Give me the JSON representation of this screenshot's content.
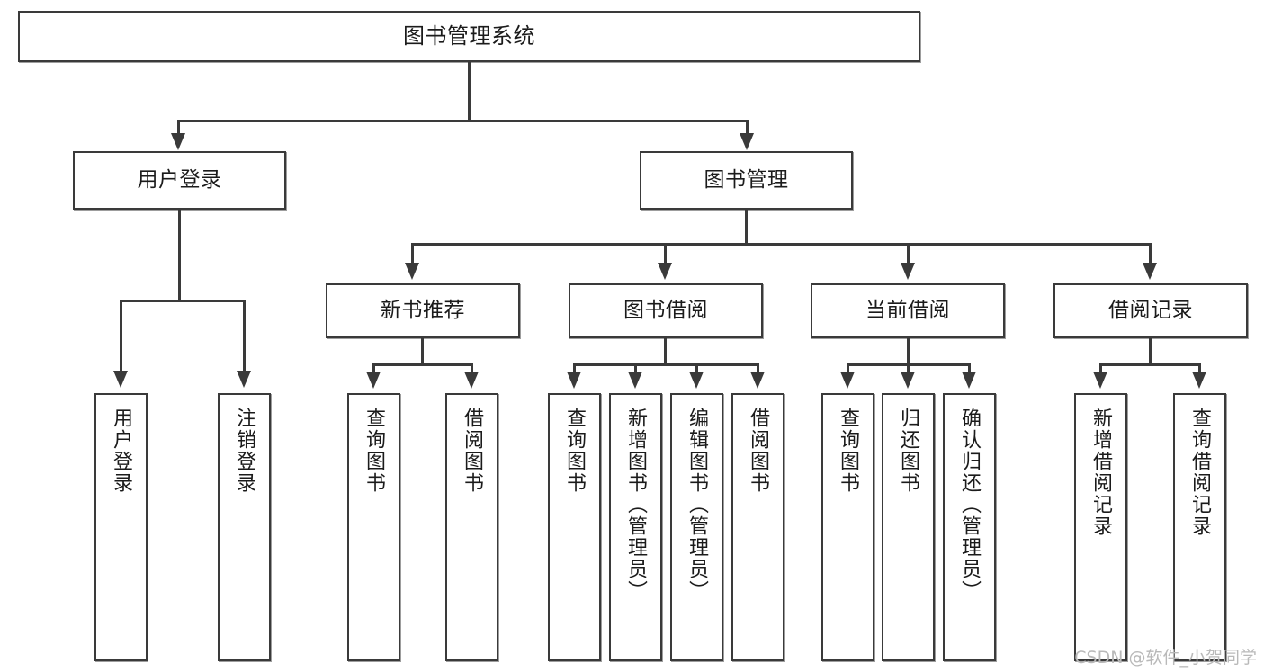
{
  "diagram": {
    "type": "hierarchy-tree",
    "title": "图书管理系统",
    "root": {
      "id": "root",
      "label": "图书管理系统"
    },
    "level1": [
      {
        "id": "user-login",
        "label": "用户登录"
      },
      {
        "id": "book-manage",
        "label": "图书管理"
      }
    ],
    "level2": [
      {
        "id": "new-book-recommend",
        "label": "新书推荐",
        "parent": "book-manage"
      },
      {
        "id": "book-borrow",
        "label": "图书借阅",
        "parent": "book-manage"
      },
      {
        "id": "current-borrow",
        "label": "当前借阅",
        "parent": "book-manage"
      },
      {
        "id": "borrow-record",
        "label": "借阅记录",
        "parent": "book-manage"
      }
    ],
    "leaves": {
      "user_login": [
        {
          "id": "leaf-user-login",
          "label": "用户登录"
        },
        {
          "id": "leaf-user-logout",
          "label": "注销登录"
        }
      ],
      "new_book_recommend": [
        {
          "id": "leaf-query-book-1",
          "label": "查询图书"
        },
        {
          "id": "leaf-borrow-book-1",
          "label": "借阅图书"
        }
      ],
      "book_borrow": [
        {
          "id": "leaf-query-book-2",
          "label": "查询图书"
        },
        {
          "id": "leaf-add-book",
          "label": "新增图书（管理员）"
        },
        {
          "id": "leaf-edit-book",
          "label": "编辑图书（管理员）"
        },
        {
          "id": "leaf-borrow-book-2",
          "label": "借阅图书"
        }
      ],
      "current_borrow": [
        {
          "id": "leaf-query-book-3",
          "label": "查询图书"
        },
        {
          "id": "leaf-return-book",
          "label": "归还图书"
        },
        {
          "id": "leaf-confirm-return",
          "label": "确认归还（管理员）"
        }
      ],
      "borrow_record": [
        {
          "id": "leaf-add-record",
          "label": "新增借阅记录"
        },
        {
          "id": "leaf-query-record",
          "label": "查询借阅记录"
        }
      ]
    }
  },
  "watermark": {
    "text": "CSDN @软件_小贺同学"
  },
  "colors": {
    "stroke": "#3a3a3a",
    "fill": "#ffffff",
    "text": "#1b1b1b",
    "watermark": "#b9b9b9"
  }
}
